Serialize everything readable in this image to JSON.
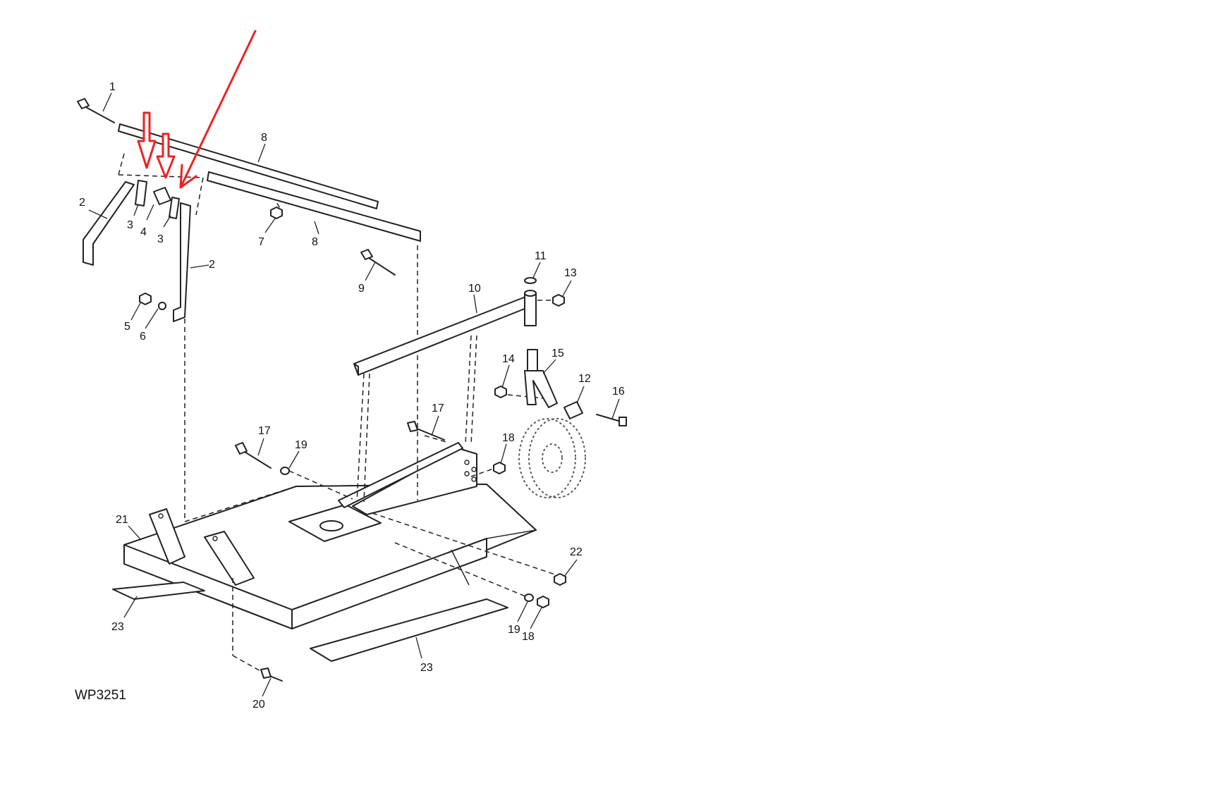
{
  "figure_id": "WP3251",
  "callouts": [
    "1",
    "2",
    "3",
    "4",
    "3",
    "2",
    "5",
    "6",
    "7",
    "8",
    "8",
    "9",
    "10",
    "11",
    "13",
    "14",
    "15",
    "12",
    "16",
    "17",
    "17",
    "18",
    "19",
    "21",
    "22",
    "23",
    "19",
    "18",
    "23",
    "20"
  ],
  "annotation_colors": {
    "line": "#222222",
    "highlight_arrows": "#ee2222"
  }
}
